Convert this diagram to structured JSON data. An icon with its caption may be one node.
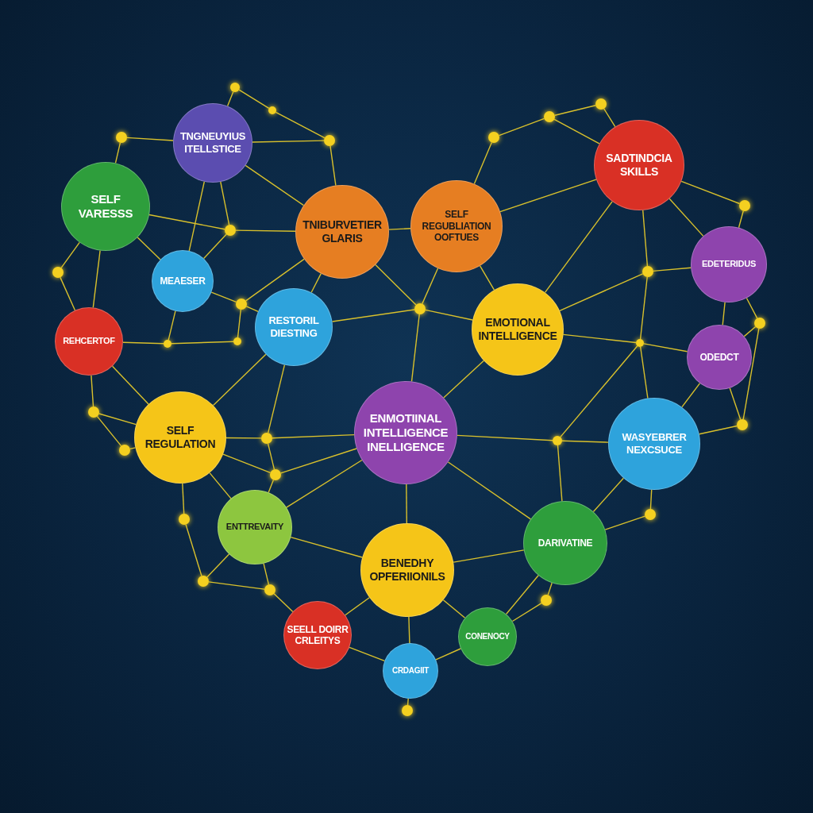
{
  "diagram": {
    "nodes": [
      {
        "text": [
          "TNGNEUYIUS ITELLSTICE"
        ]
      },
      {
        "text": [
          "SELF VARESSS"
        ]
      },
      {
        "text": [
          "TNIBURVETIER GLARIS"
        ]
      },
      {
        "text": [
          "SELF REGUBLIATION OOFTUES"
        ]
      },
      {
        "text": [
          "SADTINDCIA SKILLS"
        ]
      },
      {
        "text": [
          "MEAESER"
        ]
      },
      {
        "text": [
          "EDETERIDUS"
        ]
      },
      {
        "text": [
          "REHCERTOF"
        ]
      },
      {
        "text": [
          "RESTORIL DIESTING"
        ]
      },
      {
        "text": [
          "EMOTIONAL INTELLIGENCE"
        ]
      },
      {
        "text": [
          "ODEDCT"
        ]
      },
      {
        "text": [
          "SELF REGULATION"
        ]
      },
      {
        "text": [
          "ENMOTIINAL INTELLIGENCE INELLIGENCE"
        ]
      },
      {
        "text": [
          "WASYEBRER NEXCSUCE"
        ]
      },
      {
        "text": [
          "ENTTREVAITY"
        ]
      },
      {
        "text": [
          "DARIVATINE"
        ]
      },
      {
        "text": [
          "BENEDHY OPFERIIONILS"
        ]
      },
      {
        "text": [
          "SEELL DOIRR CRLEITYS"
        ]
      },
      {
        "text": [
          "CONENOCY"
        ]
      },
      {
        "text": [
          "CRDAGIIT"
        ]
      },
      {
        "text": [],
        "shape": "circle"
      },
      {
        "text": [],
        "shape": "circle"
      },
      {
        "text": [],
        "shape": "circle"
      },
      {
        "text": [],
        "shape": "circle"
      },
      {
        "text": [],
        "shape": "circle"
      },
      {
        "text": [],
        "shape": "circle"
      },
      {
        "text": [],
        "shape": "circle"
      },
      {
        "text": [],
        "shape": "circle"
      },
      {
        "text": [],
        "shape": "circle"
      },
      {
        "text": [],
        "shape": "circle"
      },
      {
        "text": [],
        "shape": "circle"
      },
      {
        "text": [],
        "shape": "circle"
      },
      {
        "text": [],
        "shape": "circle"
      },
      {
        "text": [],
        "shape": "circle"
      },
      {
        "text": [],
        "shape": "circle"
      },
      {
        "text": [],
        "shape": "circle"
      },
      {
        "text": [],
        "shape": "circle"
      },
      {
        "text": [],
        "shape": "circle"
      },
      {
        "text": [],
        "shape": "circle"
      },
      {
        "text": [],
        "shape": "circle"
      },
      {
        "text": [],
        "shape": "circle"
      },
      {
        "text": [],
        "shape": "circle"
      },
      {
        "text": [],
        "shape": "circle"
      },
      {
        "text": [],
        "shape": "circle"
      },
      {
        "text": [],
        "shape": "circle"
      },
      {
        "text": [],
        "shape": "circle"
      },
      {
        "text": [],
        "shape": "circle"
      },
      {
        "text": [],
        "shape": "circle"
      },
      {
        "text": [],
        "shape": "circle"
      }
    ],
    "edges": [
      {
        "from": 20,
        "to": 0,
        "arrow": "none"
      },
      {
        "from": 20,
        "to": 22,
        "arrow": "none"
      },
      {
        "from": 21,
        "to": 0,
        "arrow": "none"
      },
      {
        "from": 21,
        "to": 1,
        "arrow": "none"
      },
      {
        "from": 22,
        "to": 23,
        "arrow": "none"
      },
      {
        "from": 0,
        "to": 23,
        "arrow": "none"
      },
      {
        "from": 0,
        "to": 2,
        "arrow": "none"
      },
      {
        "from": 0,
        "to": 24,
        "arrow": "none"
      },
      {
        "from": 0,
        "to": 5,
        "arrow": "none"
      },
      {
        "from": 1,
        "to": 24,
        "arrow": "none"
      },
      {
        "from": 1,
        "to": 5,
        "arrow": "none"
      },
      {
        "from": 1,
        "to": 25,
        "arrow": "none"
      },
      {
        "from": 1,
        "to": 7,
        "arrow": "none"
      },
      {
        "from": 24,
        "to": 2,
        "arrow": "none"
      },
      {
        "from": 24,
        "to": 5,
        "arrow": "none"
      },
      {
        "from": 23,
        "to": 2,
        "arrow": "none"
      },
      {
        "from": 5,
        "to": 26,
        "arrow": "none"
      },
      {
        "from": 5,
        "to": 27,
        "arrow": "none"
      },
      {
        "from": 26,
        "to": 2,
        "arrow": "none"
      },
      {
        "from": 26,
        "to": 8,
        "arrow": "none"
      },
      {
        "from": 26,
        "to": 28,
        "arrow": "none"
      },
      {
        "from": 27,
        "to": 28,
        "arrow": "none"
      },
      {
        "from": 7,
        "to": 27,
        "arrow": "none"
      },
      {
        "from": 25,
        "to": 7,
        "arrow": "none"
      },
      {
        "from": 7,
        "to": 37,
        "arrow": "none"
      },
      {
        "from": 7,
        "to": 11,
        "arrow": "none"
      },
      {
        "from": 2,
        "to": 3,
        "arrow": "none"
      },
      {
        "from": 2,
        "to": 29,
        "arrow": "none"
      },
      {
        "from": 2,
        "to": 8,
        "arrow": "none"
      },
      {
        "from": 3,
        "to": 30,
        "arrow": "none"
      },
      {
        "from": 3,
        "to": 4,
        "arrow": "none"
      },
      {
        "from": 3,
        "to": 29,
        "arrow": "none"
      },
      {
        "from": 3,
        "to": 9,
        "arrow": "none"
      },
      {
        "from": 30,
        "to": 31,
        "arrow": "none"
      },
      {
        "from": 31,
        "to": 32,
        "arrow": "none"
      },
      {
        "from": 32,
        "to": 4,
        "arrow": "none"
      },
      {
        "from": 31,
        "to": 4,
        "arrow": "none"
      },
      {
        "from": 4,
        "to": 33,
        "arrow": "none"
      },
      {
        "from": 4,
        "to": 6,
        "arrow": "none"
      },
      {
        "from": 4,
        "to": 9,
        "arrow": "none"
      },
      {
        "from": 4,
        "to": 34,
        "arrow": "none"
      },
      {
        "from": 33,
        "to": 6,
        "arrow": "none"
      },
      {
        "from": 6,
        "to": 35,
        "arrow": "none"
      },
      {
        "from": 6,
        "to": 34,
        "arrow": "none"
      },
      {
        "from": 6,
        "to": 10,
        "arrow": "none"
      },
      {
        "from": 34,
        "to": 9,
        "arrow": "none"
      },
      {
        "from": 34,
        "to": 36,
        "arrow": "none"
      },
      {
        "from": 35,
        "to": 10,
        "arrow": "none"
      },
      {
        "from": 35,
        "to": 44,
        "arrow": "none"
      },
      {
        "from": 9,
        "to": 29,
        "arrow": "none"
      },
      {
        "from": 9,
        "to": 36,
        "arrow": "none"
      },
      {
        "from": 9,
        "to": 12,
        "arrow": "none"
      },
      {
        "from": 8,
        "to": 29,
        "arrow": "none"
      },
      {
        "from": 8,
        "to": 11,
        "arrow": "none"
      },
      {
        "from": 8,
        "to": 39,
        "arrow": "none"
      },
      {
        "from": 29,
        "to": 12,
        "arrow": "none"
      },
      {
        "from": 36,
        "to": 10,
        "arrow": "none"
      },
      {
        "from": 36,
        "to": 43,
        "arrow": "none"
      },
      {
        "from": 36,
        "to": 13,
        "arrow": "none"
      },
      {
        "from": 10,
        "to": 13,
        "arrow": "none"
      },
      {
        "from": 10,
        "to": 44,
        "arrow": "none"
      },
      {
        "from": 44,
        "to": 13,
        "arrow": "none"
      },
      {
        "from": 11,
        "to": 39,
        "arrow": "none"
      },
      {
        "from": 11,
        "to": 37,
        "arrow": "none"
      },
      {
        "from": 11,
        "to": 38,
        "arrow": "none"
      },
      {
        "from": 11,
        "to": 40,
        "arrow": "none"
      },
      {
        "from": 11,
        "to": 41,
        "arrow": "none"
      },
      {
        "from": 11,
        "to": 14,
        "arrow": "none"
      },
      {
        "from": 37,
        "to": 38,
        "arrow": "none"
      },
      {
        "from": 39,
        "to": 12,
        "arrow": "none"
      },
      {
        "from": 39,
        "to": 40,
        "arrow": "none"
      },
      {
        "from": 40,
        "to": 12,
        "arrow": "none"
      },
      {
        "from": 40,
        "to": 14,
        "arrow": "none"
      },
      {
        "from": 12,
        "to": 43,
        "arrow": "none"
      },
      {
        "from": 12,
        "to": 16,
        "arrow": "none"
      },
      {
        "from": 12,
        "to": 15,
        "arrow": "none"
      },
      {
        "from": 12,
        "to": 14,
        "arrow": "none"
      },
      {
        "from": 43,
        "to": 13,
        "arrow": "none"
      },
      {
        "from": 43,
        "to": 15,
        "arrow": "none"
      },
      {
        "from": 13,
        "to": 45,
        "arrow": "none"
      },
      {
        "from": 13,
        "to": 15,
        "arrow": "none"
      },
      {
        "from": 45,
        "to": 15,
        "arrow": "none"
      },
      {
        "from": 15,
        "to": 47,
        "arrow": "none"
      },
      {
        "from": 15,
        "to": 18,
        "arrow": "none"
      },
      {
        "from": 15,
        "to": 16,
        "arrow": "none"
      },
      {
        "from": 14,
        "to": 16,
        "arrow": "none"
      },
      {
        "from": 14,
        "to": 42,
        "arrow": "none"
      },
      {
        "from": 14,
        "to": 46,
        "arrow": "none"
      },
      {
        "from": 41,
        "to": 42,
        "arrow": "none"
      },
      {
        "from": 42,
        "to": 46,
        "arrow": "none"
      },
      {
        "from": 46,
        "to": 17,
        "arrow": "none"
      },
      {
        "from": 17,
        "to": 16,
        "arrow": "none"
      },
      {
        "from": 17,
        "to": 19,
        "arrow": "none"
      },
      {
        "from": 16,
        "to": 19,
        "arrow": "none"
      },
      {
        "from": 16,
        "to": 18,
        "arrow": "none"
      },
      {
        "from": 18,
        "to": 19,
        "arrow": "none"
      },
      {
        "from": 18,
        "to": 47,
        "arrow": "none"
      },
      {
        "from": 19,
        "to": 48,
        "arrow": "none"
      }
    ]
  }
}
